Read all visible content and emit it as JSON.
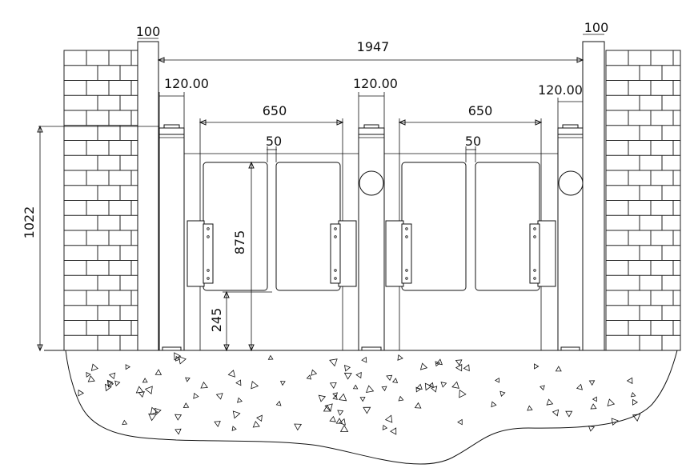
{
  "labels": {
    "post_left_width": "100",
    "post_right_width": "100",
    "total_width": "1947",
    "cabinet_left_width": "120.00",
    "cabinet_mid_width": "120.00",
    "cabinet_right_width": "120.00",
    "lane_left_width": "650",
    "lane_right_width": "650",
    "gap_left": "50",
    "gap_right": "50",
    "cabinet_height": "1022",
    "wing_height": "875",
    "wing_clearance": "245"
  },
  "colors": {
    "line": "#111111",
    "background": "#ffffff"
  }
}
